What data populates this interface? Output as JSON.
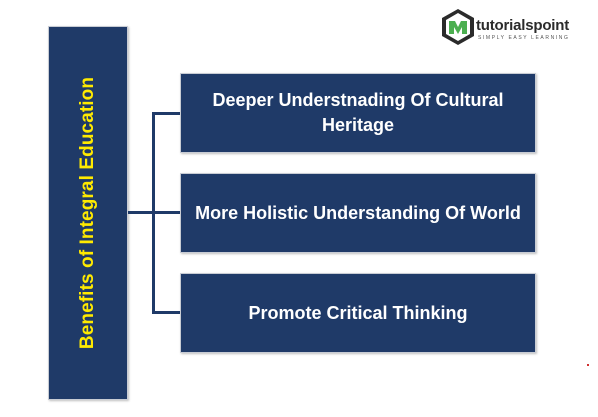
{
  "diagram": {
    "root": "Benefits of Integral Education",
    "children": [
      {
        "label": "Deeper Understnading Of Cultural Heritage"
      },
      {
        "label": "More Holistic Understanding Of World"
      },
      {
        "label": "Promote Critical Thinking"
      }
    ]
  },
  "logo": {
    "name": "tutorialspoint",
    "tagline": "SIMPLY EASY LEARNING"
  },
  "colors": {
    "box_fill": "#1f3a68",
    "root_text": "#ffea00",
    "child_text": "#ffffff",
    "connector": "#1f3a68",
    "logo_green": "#4caf50"
  }
}
